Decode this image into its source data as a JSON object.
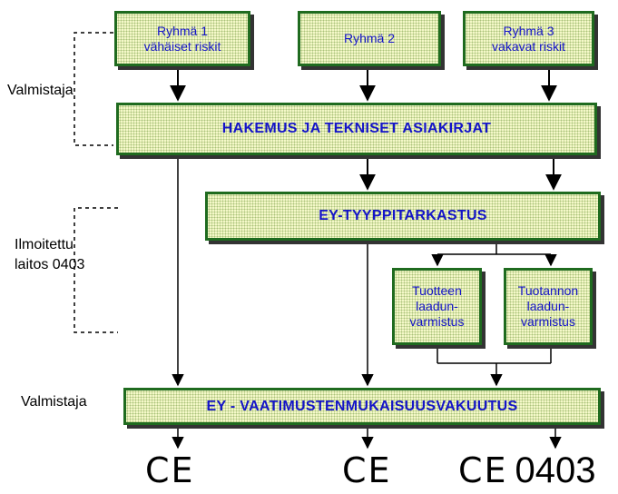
{
  "groups": [
    {
      "line1": "Ryhmä 1",
      "line2": "vähäiset riskit"
    },
    {
      "line1": "Ryhmä 2",
      "line2": ""
    },
    {
      "line1": "Ryhmä 3",
      "line2": "vakavat riskit"
    }
  ],
  "main": {
    "application": "HAKEMUS JA TEKNISET ASIAKIRJAT",
    "type_examination": "EY-TYYPPITARKASTUS",
    "declaration": "EY - VAATIMUSTENMUKAISUUSVAKUUTUS"
  },
  "qa": [
    {
      "line1": "Tuotteen",
      "line2": "laadun-",
      "line3": "varmistus"
    },
    {
      "line1": "Tuotannon",
      "line2": "laadun-",
      "line3": "varmistus"
    }
  ],
  "side_labels": {
    "manufacturer_top": "Valmistaja",
    "notified_line1": "Ilmoitettu",
    "notified_line2": "laitos 0403",
    "manufacturer_bottom": "Valmistaja"
  },
  "marks": {
    "ce": "CE",
    "notified_body_number": "0403"
  },
  "colors": {
    "box_border": "#1f6b1f",
    "box_fill": "#f4f8c8",
    "text": "#1414c8",
    "shadow": "#333333"
  }
}
